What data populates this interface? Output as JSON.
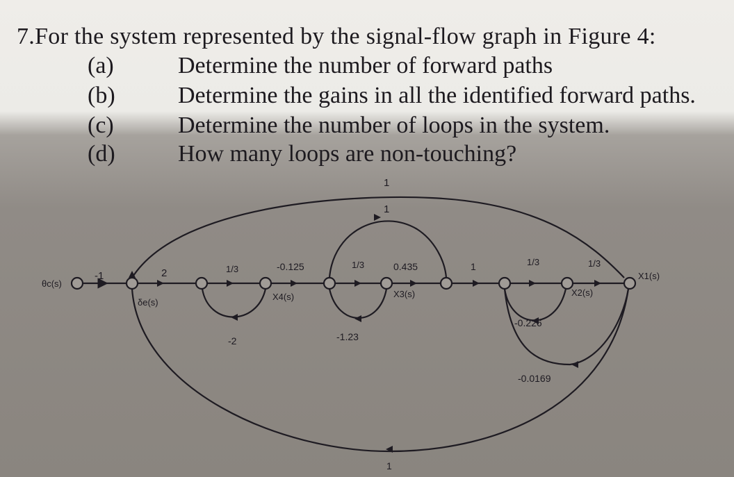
{
  "problem": {
    "title": "7.For the system represented by the signal-flow graph in Figure 4:",
    "questions": [
      {
        "label": "(a)",
        "text": "Determine the number of forward paths"
      },
      {
        "label": "(b)",
        "text": "Determine the gains in all the identified forward paths."
      },
      {
        "label": "(c)",
        "text": "Determine the number of loops in the system."
      },
      {
        "label": "(d)",
        "text": "How many loops are non-touching?"
      }
    ]
  },
  "graph": {
    "gains": {
      "input": "-1",
      "g2": "2",
      "g13a": "1/3",
      "gm0125": "-0.125",
      "g13b": "1/3",
      "g0435": "0.435",
      "g1": "1",
      "g13c": "1/3",
      "g13d": "1/3",
      "outer_top": "1",
      "inner_top": "1",
      "loop_m2": "-2",
      "loop_m123": "-1.23",
      "loop_m0226": "-0.226",
      "loop_m00169": "-0.0169",
      "bottom": "1"
    },
    "node_labels": {
      "input": "θc(s)",
      "delta": "δe(s)",
      "x4": "X4(s)",
      "x3": "X3(s)",
      "x2": "X2(s)",
      "x1": "X1(s)"
    }
  }
}
